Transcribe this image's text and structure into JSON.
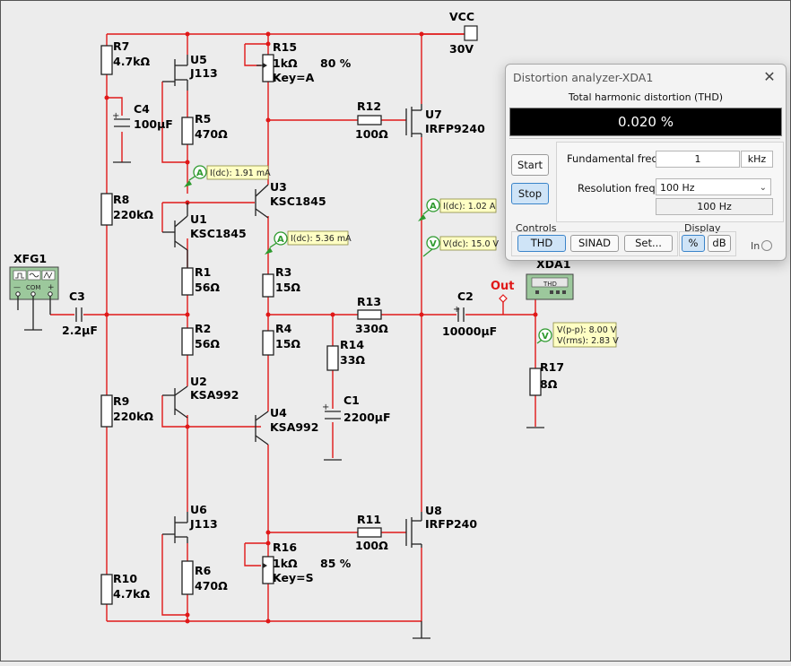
{
  "schematic": {
    "vcc": {
      "name": "VCC",
      "value": "30V"
    },
    "xfg": "XFG1",
    "xfg_terminals": {
      "minus": "—",
      "com": "COM",
      "plus": "+"
    },
    "xda": "XDA1",
    "xda_screen": "THD",
    "out_label": "Out",
    "components": {
      "r7": {
        "name": "R7",
        "value": "4.7kΩ"
      },
      "c4": {
        "name": "C4",
        "value": "100µF"
      },
      "r8": {
        "name": "R8",
        "value": "220kΩ"
      },
      "c3": {
        "name": "C3",
        "value": "2.2µF"
      },
      "r9": {
        "name": "R9",
        "value": "220kΩ"
      },
      "r10": {
        "name": "R10",
        "value": "4.7kΩ"
      },
      "u5": {
        "name": "U5",
        "value": "J113"
      },
      "r5": {
        "name": "R5",
        "value": "470Ω"
      },
      "u1": {
        "name": "U1",
        "value": "KSC1845"
      },
      "r1": {
        "name": "R1",
        "value": "56Ω"
      },
      "r2": {
        "name": "R2",
        "value": "56Ω"
      },
      "u2": {
        "name": "U2",
        "value": "KSA992"
      },
      "u6": {
        "name": "U6",
        "value": "J113"
      },
      "r6": {
        "name": "R6",
        "value": "470Ω"
      },
      "r15": {
        "name": "R15",
        "value": "1kΩ",
        "key": "Key=A",
        "pct": "80 %"
      },
      "u3": {
        "name": "U3",
        "value": "KSC1845"
      },
      "r3": {
        "name": "R3",
        "value": "15Ω"
      },
      "r4": {
        "name": "R4",
        "value": "15Ω"
      },
      "u4": {
        "name": "U4",
        "value": "KSA992"
      },
      "r16": {
        "name": "R16",
        "value": "1kΩ",
        "key": "Key=S",
        "pct": "85 %"
      },
      "r12": {
        "name": "R12",
        "value": "100Ω"
      },
      "u7": {
        "name": "U7",
        "value": "IRFP9240"
      },
      "r11": {
        "name": "R11",
        "value": "100Ω"
      },
      "u8": {
        "name": "U8",
        "value": "IRFP240"
      },
      "r13": {
        "name": "R13",
        "value": "330Ω"
      },
      "r14": {
        "name": "R14",
        "value": "33Ω"
      },
      "c1": {
        "name": "C1",
        "value": "2200µF"
      },
      "c2": {
        "name": "C2",
        "value": "10000µF"
      },
      "r17": {
        "name": "R17",
        "value": "8Ω"
      }
    },
    "probes": {
      "p1": {
        "type": "A",
        "text": "I(dc): 1.91 mA"
      },
      "p2": {
        "type": "A",
        "text": "I(dc): 5.36 mA"
      },
      "p3": {
        "type": "A",
        "text": "I(dc): 1.02 A"
      },
      "p4": {
        "type": "V",
        "text": "V(dc): 15.0 V"
      },
      "p5": {
        "type": "V",
        "line1": "V(p-p): 8.00 V",
        "line2": "V(rms): 2.83 V"
      }
    }
  },
  "dialog": {
    "title": "Distortion analyzer-XDA1",
    "close_icon": "✕",
    "thd_caption": "Total harmonic distortion (THD)",
    "thd_value": "0.020 %",
    "start_label": "Start",
    "stop_label": "Stop",
    "fund_label": "Fundamental freq.",
    "fund_value": "1",
    "fund_unit": "kHz",
    "res_label": "Resolution freq.",
    "res_value": "100 Hz",
    "res_readout": "100 Hz",
    "controls_label": "Controls",
    "thd_btn": "THD",
    "sinad_btn": "SINAD",
    "set_btn": "Set...",
    "display_label": "Display",
    "pct_btn": "%",
    "db_btn": "dB",
    "in_label": "In"
  }
}
